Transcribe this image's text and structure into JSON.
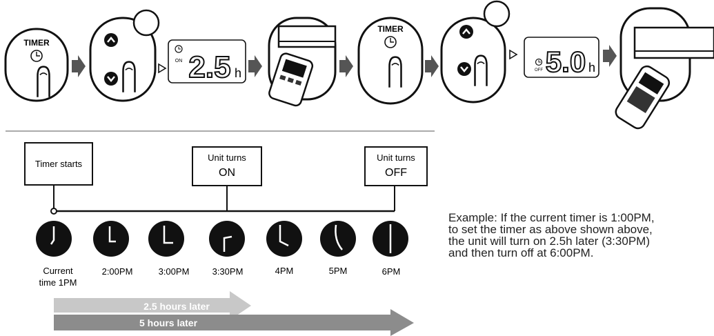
{
  "steps": {
    "timer_button_label": "TIMER",
    "display_on": {
      "value": "2.5",
      "unit": "h",
      "mode": "ON"
    },
    "display_off": {
      "value": "5.0",
      "unit": "h",
      "mode": "OFF"
    },
    "icons": [
      "timer-button",
      "up-arrow-button",
      "down-arrow-button",
      "clock-icon",
      "finger",
      "remote-control",
      "air-conditioner-unit",
      "step-arrow",
      "pointer-triangle"
    ]
  },
  "timeline": {
    "boxes": {
      "start": "Timer starts",
      "on_line1": "Unit turns",
      "on_line2": "ON",
      "off_line1": "Unit turns",
      "off_line2": "OFF"
    },
    "clocks": [
      {
        "label_line1": "Current",
        "label_line2": "time 1PM"
      },
      {
        "label_line1": "2:00PM",
        "label_line2": ""
      },
      {
        "label_line1": "3:00PM",
        "label_line2": ""
      },
      {
        "label_line1": "3:30PM",
        "label_line2": ""
      },
      {
        "label_line1": "4PM",
        "label_line2": ""
      },
      {
        "label_line1": "5PM",
        "label_line2": ""
      },
      {
        "label_line1": "6PM",
        "label_line2": ""
      }
    ],
    "arrows": [
      {
        "label": "2.5 hours later",
        "color": "#c8c8c8"
      },
      {
        "label": "5 hours later",
        "color": "#8c8c8c"
      }
    ]
  },
  "example_text": "Example: If the current timer is 1:00PM,\nto set the timer as above shown above,\nthe unit will turn on 2.5h later (3:30PM)\nand then turn off at 6:00PM."
}
